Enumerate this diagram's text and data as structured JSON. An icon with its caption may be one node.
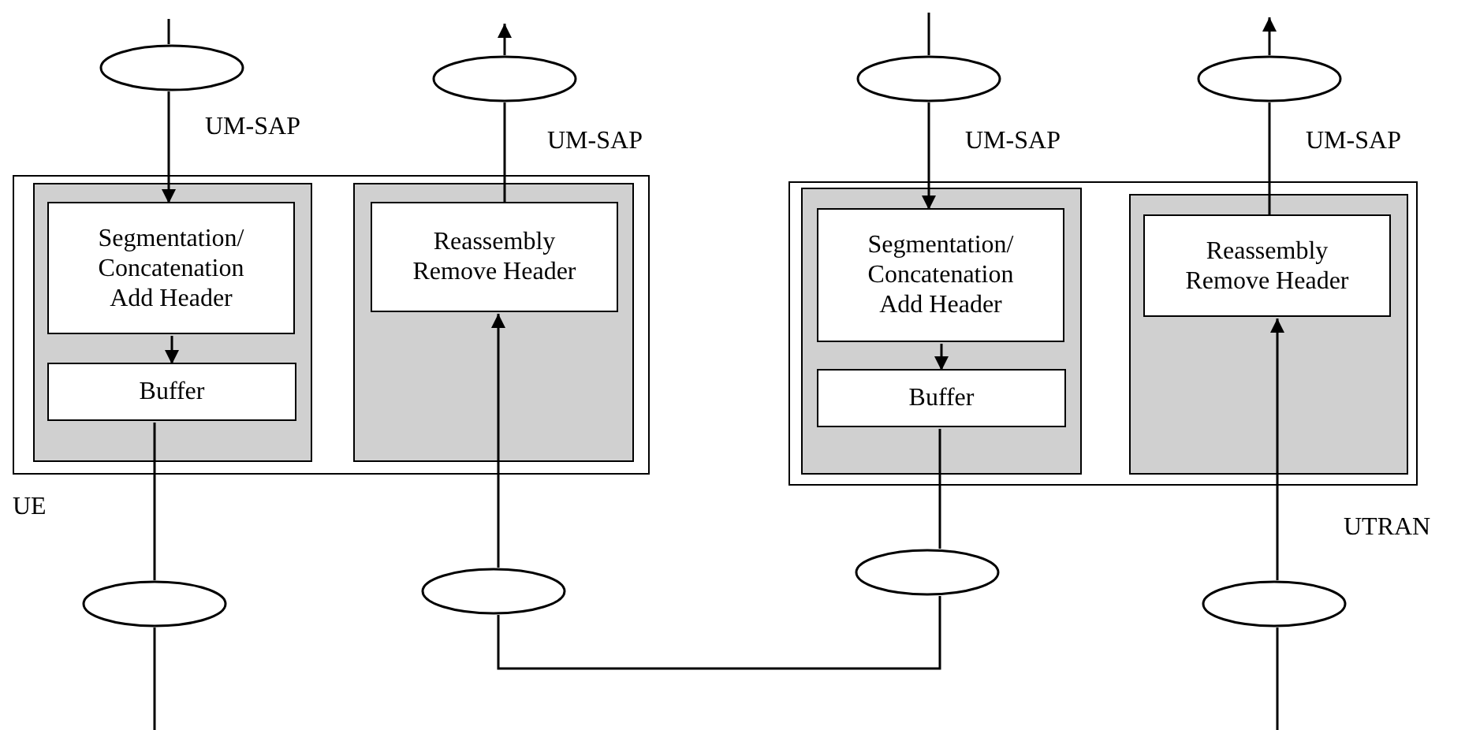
{
  "diagram": {
    "nodes": [
      {
        "text": [
          "UE"
        ]
      },
      {
        "text": [],
        "shape": "box",
        "in": 0
      },
      {
        "text": [
          "Segmentation/ Concatenation Add Header"
        ],
        "in": 1
      },
      {
        "text": [
          "Buffer"
        ],
        "in": 1
      },
      {
        "text": [],
        "shape": "box",
        "in": 0
      },
      {
        "text": [
          "Reassembly Remove Header"
        ],
        "in": 4
      },
      {
        "text": [
          "UTRAN"
        ]
      },
      {
        "text": [],
        "shape": "box",
        "in": 6
      },
      {
        "text": [
          "Segmentation/ Concatenation Add Header"
        ],
        "in": 7
      },
      {
        "text": [
          "Buffer"
        ],
        "in": 7
      },
      {
        "text": [],
        "shape": "box",
        "in": 6
      },
      {
        "text": [
          "Reassembly Remove Header"
        ],
        "in": 10
      },
      {
        "text": [],
        "shape": "ellipse"
      },
      {
        "text": [],
        "shape": "ellipse"
      },
      {
        "text": [],
        "shape": "ellipse"
      },
      {
        "text": [],
        "shape": "ellipse"
      },
      {
        "text": [],
        "shape": "ellipse"
      },
      {
        "text": [],
        "shape": "ellipse"
      },
      {
        "text": [],
        "shape": "ellipse"
      },
      {
        "text": [],
        "shape": "ellipse"
      }
    ],
    "edges": [
      {
        "from": null,
        "to": 12,
        "arrow": "none"
      },
      {
        "from": 12,
        "to": 2,
        "arrow": "to"
      },
      {
        "from": 2,
        "to": 3,
        "arrow": "to"
      },
      {
        "from": 5,
        "to": 13,
        "arrow": "none"
      },
      {
        "from": 13,
        "to": null,
        "arrow": "to"
      },
      {
        "from": 3,
        "to": 16,
        "arrow": "none"
      },
      {
        "from": 16,
        "to": null,
        "arrow": "none"
      },
      {
        "from": 9,
        "to": 18,
        "arrow": "none"
      },
      {
        "from": 18,
        "to": 17,
        "arrow": "none"
      },
      {
        "from": 17,
        "to": 5,
        "arrow": "to"
      },
      {
        "from": 8,
        "to": 9,
        "arrow": "to"
      },
      {
        "from": null,
        "to": 14,
        "arrow": "none"
      },
      {
        "from": 14,
        "to": 8,
        "arrow": "to"
      },
      {
        "from": 11,
        "to": 15,
        "arrow": "none"
      },
      {
        "from": 15,
        "to": null,
        "arrow": "to"
      },
      {
        "from": null,
        "to": 19,
        "arrow": "none"
      },
      {
        "from": 19,
        "to": 11,
        "arrow": "to"
      }
    ],
    "labels": [
      "UM-SAP",
      "UM-SAP",
      "UM-SAP",
      "UM-SAP"
    ]
  }
}
